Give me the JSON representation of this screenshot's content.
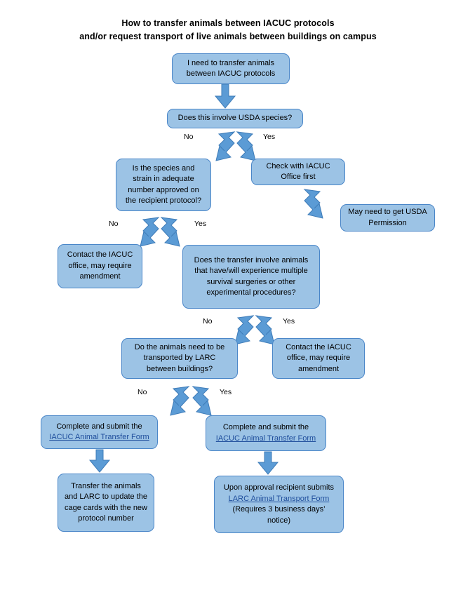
{
  "document": {
    "title_lines": [
      "How to transfer animals between IACUC protocols",
      "and/or request transport of live animals between buildings on campus"
    ]
  },
  "colors": {
    "node_fill": "#9CC3E5",
    "node_border": "#4A86C8",
    "arrow_fill": "#5B9BD5",
    "arrow_border": "#3F7CB8",
    "link_text": "#1F4E9C",
    "text": "#000000",
    "page_background": "#FFFFFF"
  },
  "chart_data": {
    "type": "diagram",
    "diagram_kind": "flowchart",
    "title": "How to transfer animals between IACUC protocols and/or request transport of live animals between buildings on campus",
    "nodes": [
      {
        "id": "start",
        "label": "I need to transfer animals between IACUC protocols"
      },
      {
        "id": "usda_q",
        "label": "Does this involve USDA species?"
      },
      {
        "id": "check_iacuc",
        "label": "Check with IACUC Office first"
      },
      {
        "id": "usda_permission",
        "label": "May need to get USDA Permission"
      },
      {
        "id": "species_q",
        "label": "Is the species and strain in adequate number approved on the recipient protocol?"
      },
      {
        "id": "contact_1",
        "label": "Contact the IACUC office, may require amendment"
      },
      {
        "id": "surgery_q",
        "label": "Does the transfer involve animals that have/will experience multiple survival surgeries or other experimental procedures?"
      },
      {
        "id": "contact_2",
        "label": "Contact the IACUC office, may require amendment"
      },
      {
        "id": "larc_q",
        "label": "Do the animals need to be transported by LARC between buildings?"
      },
      {
        "id": "submit_left",
        "label": "Complete and submit the IACUC Animal Transfer Form"
      },
      {
        "id": "submit_right",
        "label": "Complete and submit the IACUC Animal Transfer Form"
      },
      {
        "id": "transfer_update",
        "label": "Transfer the animals and LARC to update the cage cards with the new protocol number"
      },
      {
        "id": "larc_submit",
        "label": "Upon approval recipient submits LARC Animal Transport Form (Requires 3 business days' notice)"
      }
    ],
    "edges": [
      {
        "from": "start",
        "to": "usda_q",
        "label": ""
      },
      {
        "from": "usda_q",
        "to": "species_q",
        "label": "No"
      },
      {
        "from": "usda_q",
        "to": "check_iacuc",
        "label": "Yes"
      },
      {
        "from": "check_iacuc",
        "to": "usda_permission",
        "label": ""
      },
      {
        "from": "species_q",
        "to": "contact_1",
        "label": "No"
      },
      {
        "from": "species_q",
        "to": "surgery_q",
        "label": "Yes"
      },
      {
        "from": "surgery_q",
        "to": "larc_q",
        "label": "No"
      },
      {
        "from": "surgery_q",
        "to": "contact_2",
        "label": "Yes"
      },
      {
        "from": "larc_q",
        "to": "submit_left",
        "label": "No"
      },
      {
        "from": "larc_q",
        "to": "submit_right",
        "label": "Yes"
      },
      {
        "from": "submit_left",
        "to": "transfer_update",
        "label": ""
      },
      {
        "from": "submit_right",
        "to": "larc_submit",
        "label": ""
      }
    ]
  },
  "nodes": {
    "start": {
      "lines": [
        "I need to transfer animals",
        "between IACUC protocols"
      ]
    },
    "usda_q": {
      "lines": [
        "Does this involve USDA species?"
      ]
    },
    "check_iacuc": {
      "lines": [
        "Check with IACUC",
        "Office first"
      ]
    },
    "usda_permission": {
      "lines": [
        "May need to get USDA",
        "Permission"
      ]
    },
    "species_q": {
      "lines": [
        "Is the species and",
        "strain in adequate",
        "number approved on",
        "the recipient protocol?"
      ]
    },
    "contact_1": {
      "lines": [
        "Contact the IACUC",
        "office, may require",
        "amendment"
      ]
    },
    "surgery_q": {
      "lines": [
        "Does the transfer involve animals",
        "that have/will experience multiple",
        "survival surgeries or other",
        "experimental procedures?"
      ]
    },
    "contact_2": {
      "lines": [
        "Contact the IACUC",
        "office, may require",
        "amendment"
      ]
    },
    "larc_q": {
      "lines": [
        "Do the animals need to be",
        "transported by LARC",
        "between buildings?"
      ]
    },
    "submit_left": {
      "line1": "Complete and submit the",
      "link": "IACUC Animal Transfer Form"
    },
    "submit_right": {
      "line1": "Complete and submit the",
      "link": "IACUC Animal Transfer Form"
    },
    "transfer_update": {
      "lines": [
        "Transfer the animals",
        "and LARC to update the",
        "cage cards with the new",
        "protocol number"
      ]
    },
    "larc_submit": {
      "line1": "Upon approval recipient submits",
      "link": "LARC Animal Transport Form",
      "line3": "(Requires 3 business days’",
      "line4": "notice)"
    }
  },
  "branch_labels": {
    "usda_no": "No",
    "usda_yes": "Yes",
    "species_no": "No",
    "species_yes": "Yes",
    "surgery_no": "No",
    "surgery_yes": "Yes",
    "larc_no": "No",
    "larc_yes": "Yes"
  }
}
